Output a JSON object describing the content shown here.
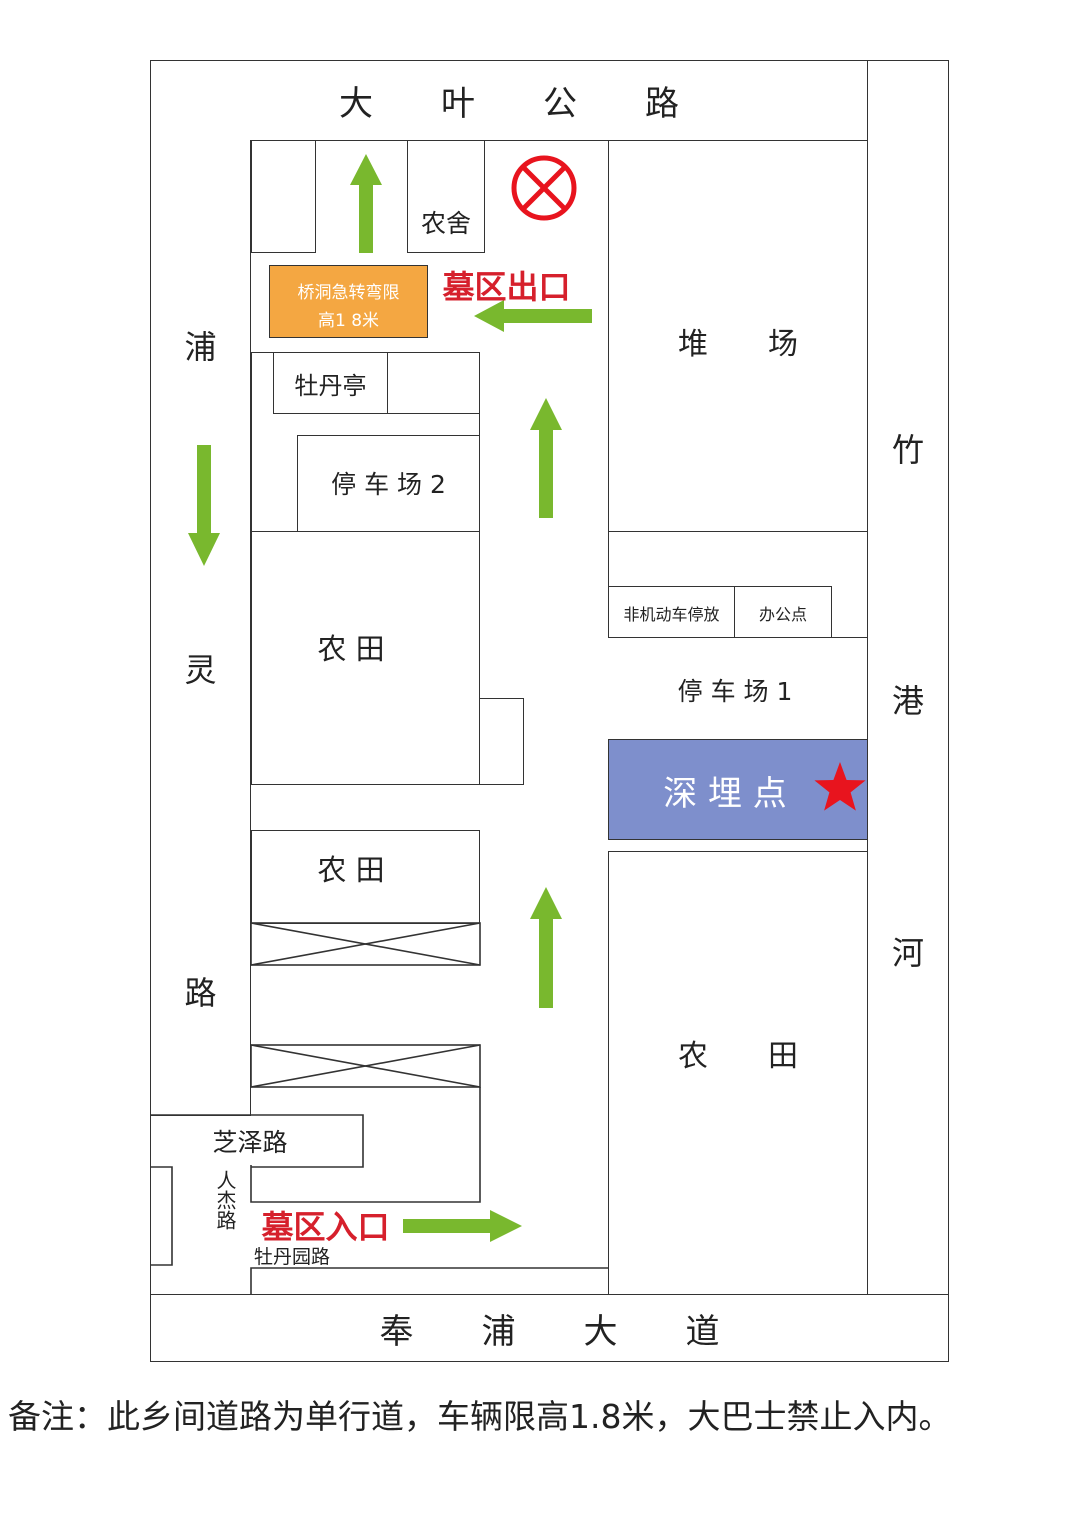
{
  "roads": {
    "north": "大　　叶　　公　　路",
    "south": "奉　　浦　　大　　道",
    "west": [
      "浦",
      "灵",
      "路"
    ],
    "east": [
      "竹",
      "港",
      "河"
    ],
    "zhize": "芝泽路",
    "renjie": "人杰路",
    "mudanyuan": "牡丹园路"
  },
  "areas": {
    "nongshe": "农舍",
    "bridge_line1": "桥洞急转弯限",
    "bridge_line2": "高1 8米",
    "mudanting": "牡丹亭",
    "parking2": "停 车 场 2",
    "farm1": "农 田",
    "farm2": "农 田",
    "farm3": "农　　田",
    "duichang": "堆　　场",
    "bike_parking": "非机动车停放",
    "office": "办公点",
    "parking1": "停 车 场 1",
    "burial": "深 埋 点"
  },
  "markers": {
    "exit": "墓区出口",
    "entrance": "墓区入口"
  },
  "note": "备注：此乡间道路为单行道，车辆限高1.8米，大巴士禁止入内。",
  "colors": {
    "arrow": "#79b82e",
    "bridge_fill": "#f4a742",
    "burial_fill": "#7e8fcc",
    "star": "#e8141e",
    "warn": "#e8141e",
    "label_red": "#d6202c"
  }
}
